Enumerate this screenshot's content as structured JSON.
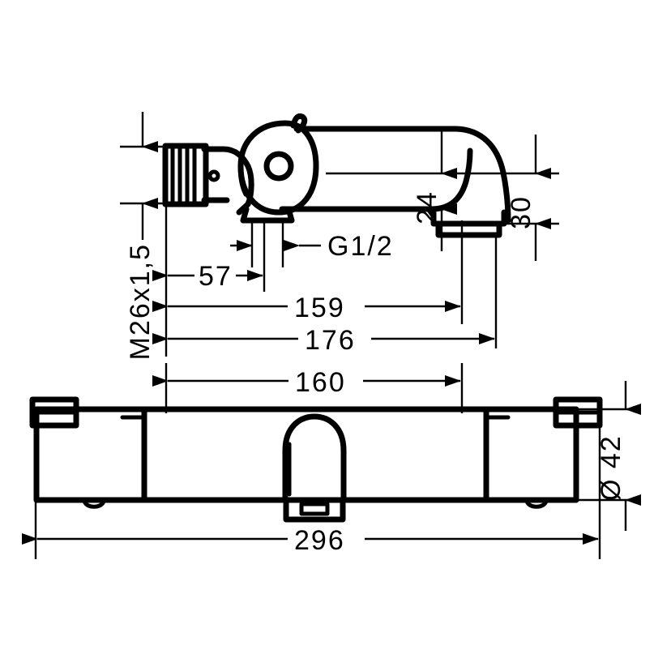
{
  "drawing": {
    "title": "Bath mixer technical dimension drawing",
    "line_color": "#000000",
    "background_color": "#ffffff",
    "views": {
      "top": "side-elevation-spout-assembly",
      "bottom": "front-elevation-thermostatic-mixer-body"
    }
  },
  "dimensions": {
    "thread_inlet": "M26x1,5",
    "thread_outlet": "G1/2",
    "spout_offset_57": "57",
    "spout_reach_159": "159",
    "spout_reach_176": "176",
    "center_distance_160": "160",
    "spout_height_24": "24",
    "outlet_drop_30": "30",
    "body_diameter_42": "Ø 42",
    "body_length_296": "296"
  },
  "labels": [
    {
      "id": "m26",
      "text": "M26x1,5",
      "orientation": "vertical"
    },
    {
      "id": "g12",
      "text": "G1/2",
      "orientation": "horizontal"
    },
    {
      "id": "d57",
      "text": "57",
      "orientation": "horizontal"
    },
    {
      "id": "d159",
      "text": "159",
      "orientation": "horizontal"
    },
    {
      "id": "d176",
      "text": "176",
      "orientation": "horizontal"
    },
    {
      "id": "d160",
      "text": "160",
      "orientation": "horizontal"
    },
    {
      "id": "d24",
      "text": "24",
      "orientation": "vertical"
    },
    {
      "id": "d30",
      "text": "30",
      "orientation": "vertical"
    },
    {
      "id": "d42",
      "text": "Ø 42",
      "orientation": "vertical"
    },
    {
      "id": "d296",
      "text": "296",
      "orientation": "horizontal"
    }
  ]
}
